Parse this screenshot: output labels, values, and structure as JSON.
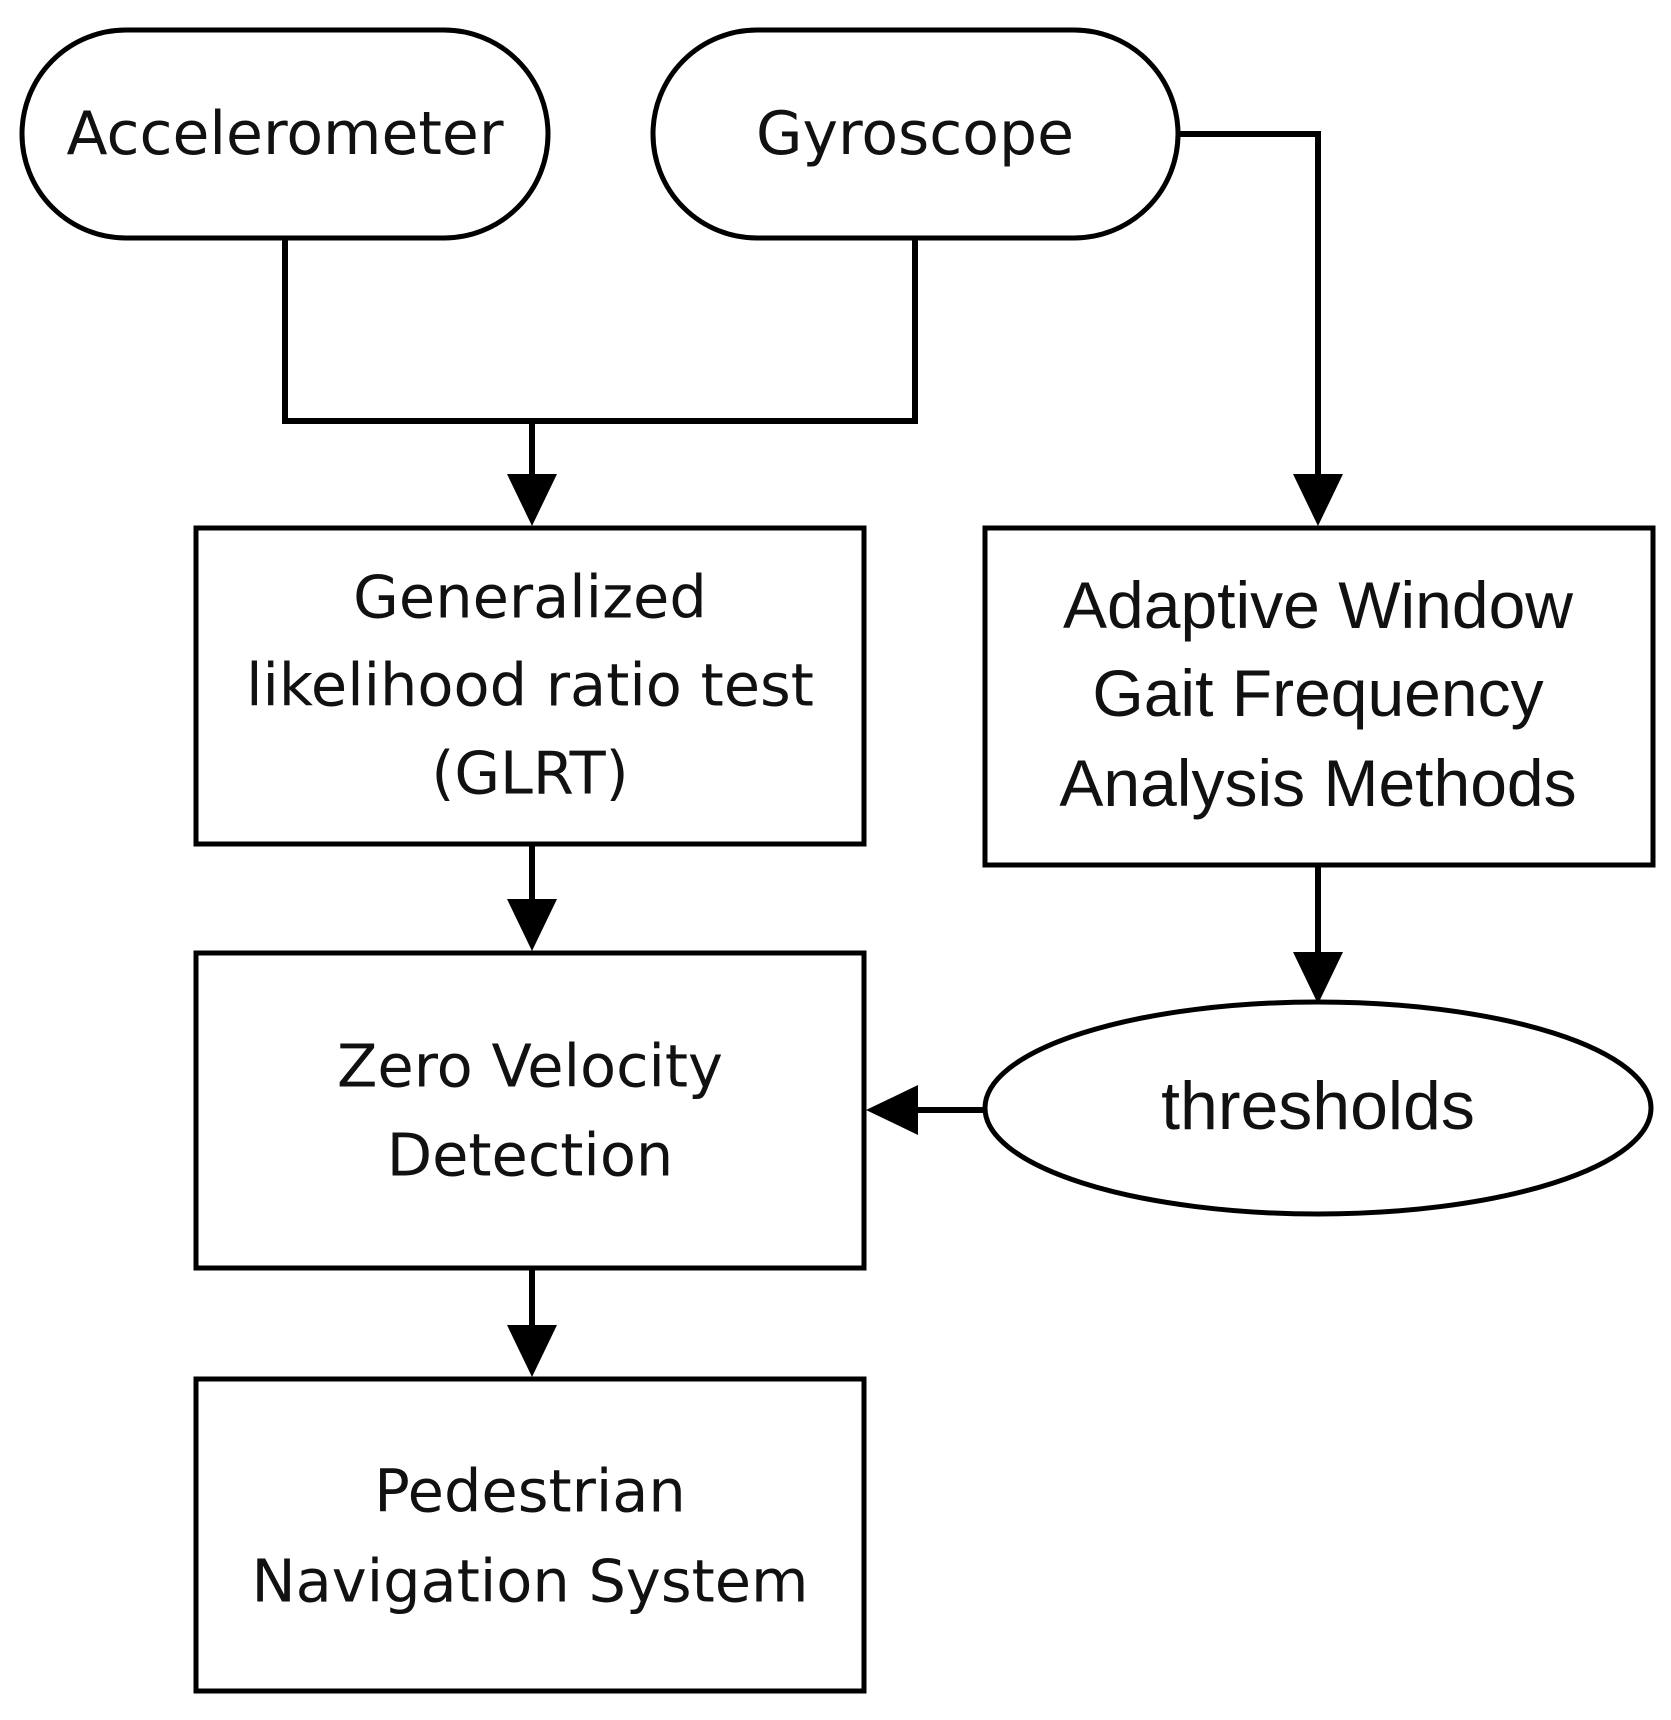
{
  "nodes": {
    "accelerometer": {
      "label": "Accelerometer"
    },
    "gyroscope": {
      "label": "Gyroscope"
    },
    "glrt": {
      "lines": [
        "Generalized",
        "likelihood ratio test",
        "(GLRT)"
      ]
    },
    "adaptive": {
      "lines": [
        "Adaptive Window",
        "Gait Frequency",
        "Analysis Methods"
      ]
    },
    "zvd": {
      "lines": [
        "Zero Velocity",
        "Detection"
      ]
    },
    "thresholds": {
      "label": "thresholds"
    },
    "pns": {
      "lines": [
        "Pedestrian",
        "Navigation System"
      ]
    }
  },
  "colors": {
    "stroke": "#000000",
    "fill": "#ffffff",
    "text": "#111111"
  }
}
